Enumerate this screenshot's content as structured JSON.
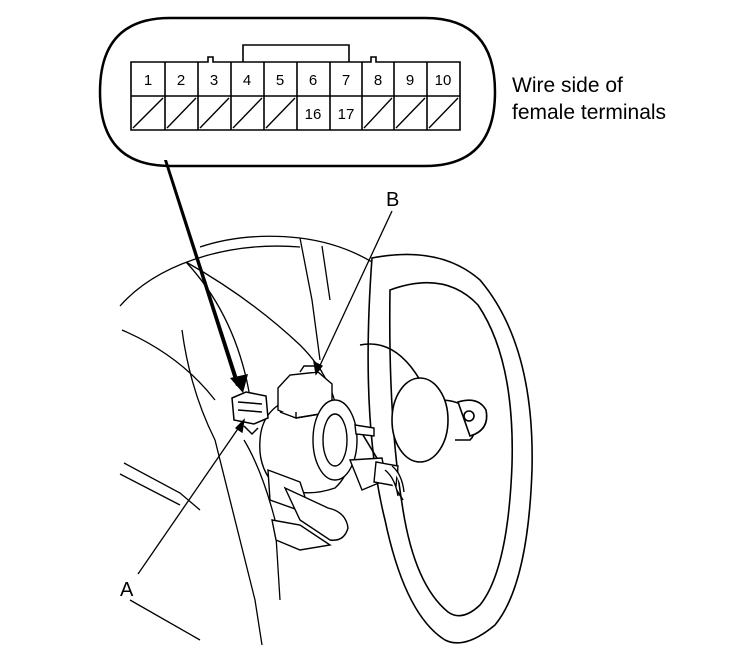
{
  "connector": {
    "caption_line1": "Wire side of",
    "caption_line2": "female terminals",
    "top_row": [
      "1",
      "2",
      "3",
      "4",
      "5",
      "6",
      "7",
      "8",
      "9",
      "10"
    ],
    "bottom_row": [
      "",
      "",
      "",
      "",
      "",
      "16",
      "17",
      "",
      "",
      ""
    ]
  },
  "callouts": {
    "a": "A",
    "b": "B"
  }
}
